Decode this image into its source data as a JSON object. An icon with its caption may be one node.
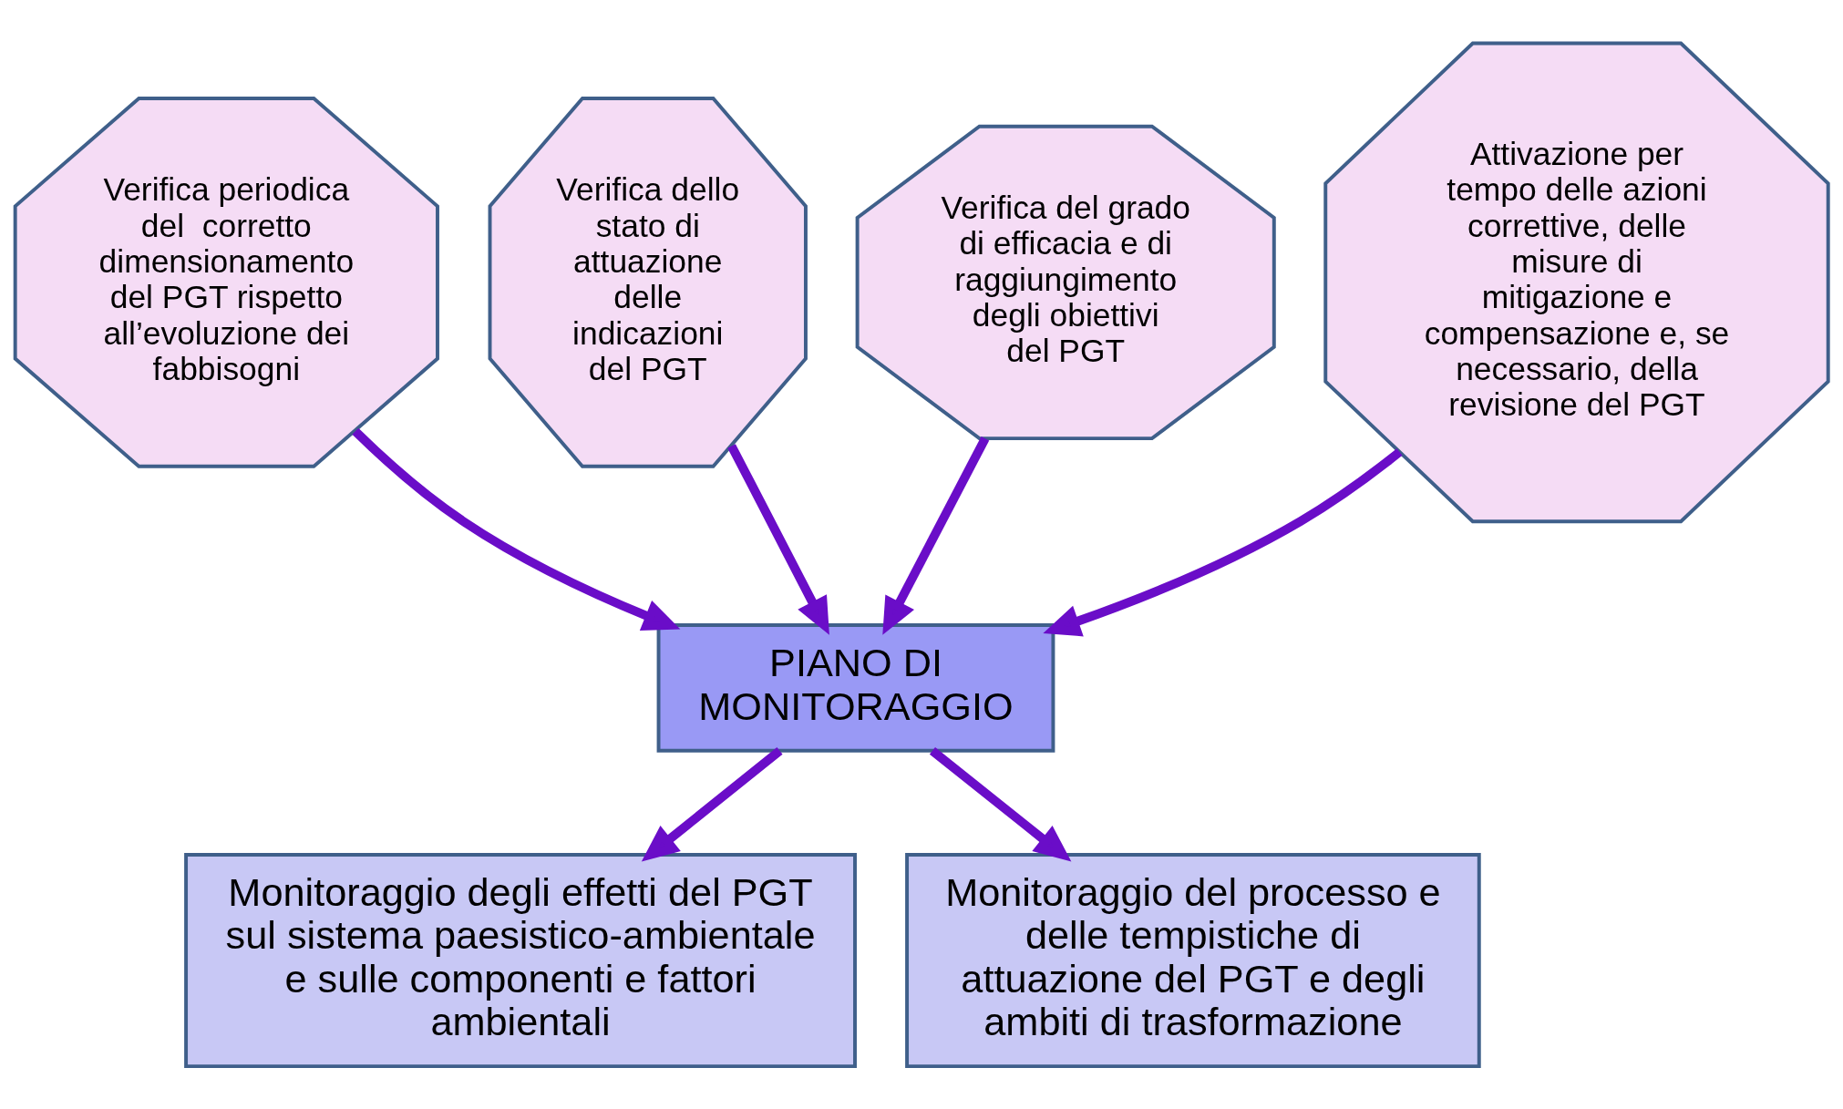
{
  "diagram": {
    "nodes": [
      {
        "text": [
          "Verifica periodica del  corretto dimensionamento del PGT rispetto all’evoluzione dei fabbisogni"
        ]
      },
      {
        "text": [
          "Verifica dello stato di attuazione delle indicazioni del PGT"
        ]
      },
      {
        "text": [
          "Verifica del grado di efficacia e di raggiungimento degli obiettivi del PGT"
        ]
      },
      {
        "text": [
          "Attivazione per tempo delle azioni correttive, delle misure di mitigazione e compensazione e, se necessario, della revisione del PGT"
        ]
      },
      {
        "text": [
          "PIANO DI MONITORAGGIO"
        ]
      },
      {
        "text": [
          "Monitoraggio degli effetti del PGT sul sistema paesistico-ambientale e sulle componenti e fattori ambientali"
        ]
      },
      {
        "text": [
          "Monitoraggio del processo e delle tempistiche di attuazione del PGT e degli ambiti di trasformazione"
        ]
      }
    ],
    "edges": [
      {
        "from": 0,
        "to": 4,
        "arrow": "to"
      },
      {
        "from": 1,
        "to": 4,
        "arrow": "to"
      },
      {
        "from": 2,
        "to": 4,
        "arrow": "to"
      },
      {
        "from": 3,
        "to": 4,
        "arrow": "to"
      },
      {
        "from": 4,
        "to": 5,
        "arrow": "to"
      },
      {
        "from": 4,
        "to": 6,
        "arrow": "to"
      }
    ]
  }
}
